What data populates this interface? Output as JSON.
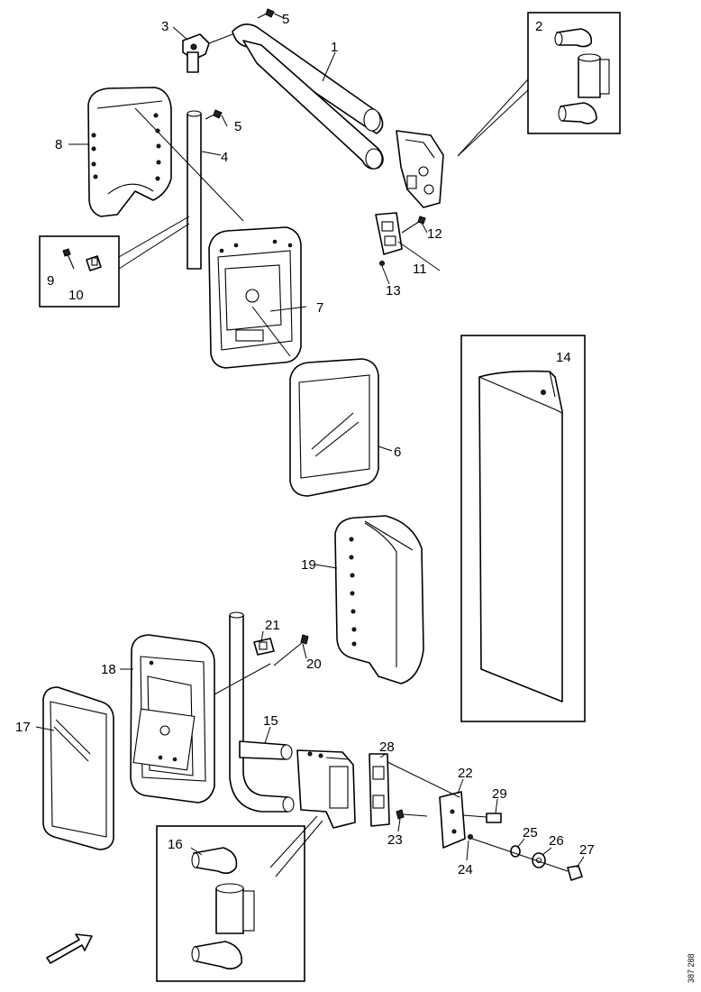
{
  "callouts": {
    "c1": "1",
    "c2": "2",
    "c3": "3",
    "c4": "4",
    "c5a": "5",
    "c5b": "5",
    "c6": "6",
    "c7": "7",
    "c8": "8",
    "c9": "9",
    "c10": "10",
    "c11": "11",
    "c12": "12",
    "c13": "13",
    "c14": "14",
    "c15": "15",
    "c16": "16",
    "c17": "17",
    "c18": "18",
    "c19": "19",
    "c20": "20",
    "c21": "21",
    "c22": "22",
    "c23": "23",
    "c24": "24",
    "c25": "25",
    "c26": "26",
    "c27": "27",
    "c28": "28",
    "c29": "29"
  },
  "reference_code": "387 288"
}
